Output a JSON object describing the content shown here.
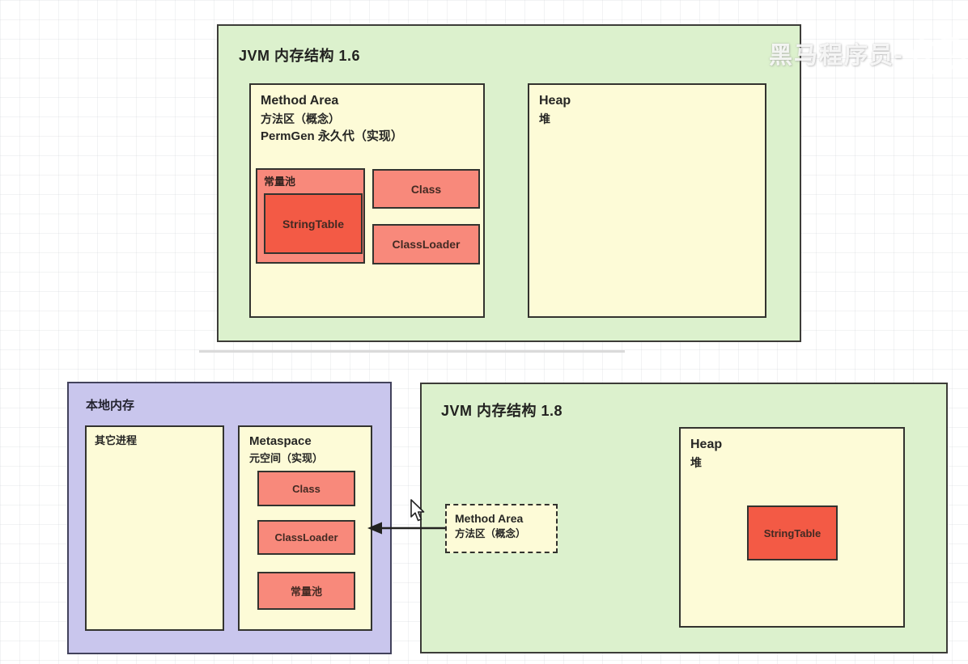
{
  "watermark": {
    "text": "黑马程序员-",
    "logo": "bilibili-tv-icon"
  },
  "diagram_v16": {
    "title": "JVM 内存结构 1.6",
    "method_area": {
      "title": "Method Area",
      "subtitle_cn": "方法区（概念）",
      "impl_label": "PermGen 永久代（实现）",
      "constant_pool": {
        "label": "常量池",
        "string_table_label": "StringTable"
      },
      "class_label": "Class",
      "classloader_label": "ClassLoader"
    },
    "heap": {
      "title": "Heap",
      "subtitle_cn": "堆"
    }
  },
  "native_memory": {
    "title": "本地内存",
    "other_process_label": "其它进程",
    "metaspace": {
      "title": "Metaspace",
      "subtitle_cn": "元空间（实现）",
      "items": [
        "Class",
        "ClassLoader",
        "常量池"
      ]
    }
  },
  "diagram_v18": {
    "title": "JVM 内存结构 1.8",
    "method_area": {
      "title": "Method Area",
      "subtitle_cn": "方法区（概念）"
    },
    "heap": {
      "title": "Heap",
      "subtitle_cn": "堆",
      "string_table_label": "StringTable"
    }
  },
  "colors": {
    "container_green": "#dcf1cd",
    "panel_yellow": "#fdfbd7",
    "block_salmon": "#f8897b",
    "block_red": "#f35a45",
    "native_purple": "#c9c6ed",
    "border_dark": "#33332f"
  }
}
